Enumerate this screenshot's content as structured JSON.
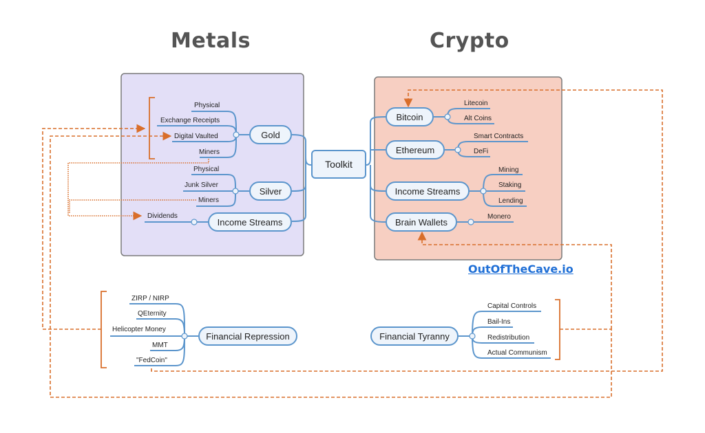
{
  "titles": {
    "metals": "Metals",
    "crypto": "Crypto"
  },
  "brand": "OutOfTheCave.io",
  "colors": {
    "metals_panel": "#e3dff7",
    "crypto_panel": "#f7cfc2",
    "branch_line": "#5b95cc",
    "node_fill": "#eef4fb",
    "relation_line": "#d96e2a",
    "title_text": "#545454",
    "brand_text": "#1f6fd6"
  },
  "root": {
    "label": "Toolkit"
  },
  "metals": {
    "gold": {
      "label": "Gold",
      "children": [
        "Physical",
        "Exchange Receipts",
        "Digital Vaulted",
        "Miners"
      ]
    },
    "silver": {
      "label": "Silver",
      "children": [
        "Physical",
        "Junk Silver",
        "Miners"
      ]
    },
    "income": {
      "label": "Income Streams",
      "children": [
        "Dividends"
      ]
    }
  },
  "crypto": {
    "bitcoin": {
      "label": "Bitcoin",
      "children": [
        "Litecoin",
        "Alt Coins"
      ]
    },
    "ethereum": {
      "label": "Ethereum",
      "children": [
        "Smart Contracts",
        "DeFi"
      ]
    },
    "income": {
      "label": "Income Streams",
      "children": [
        "Mining",
        "Staking",
        "Lending"
      ]
    },
    "brain": {
      "label": "Brain Wallets",
      "children": [
        "Monero"
      ]
    }
  },
  "repression": {
    "label": "Financial Repression",
    "children": [
      "ZIRP / NIRP",
      "QEternity",
      "Helicopter Money",
      "MMT",
      "\"FedCoin\""
    ]
  },
  "tyranny": {
    "label": "Financial Tyranny",
    "children": [
      "Capital Controls",
      "Bail-Ins",
      "Redistribution",
      "Actual Communism"
    ]
  }
}
